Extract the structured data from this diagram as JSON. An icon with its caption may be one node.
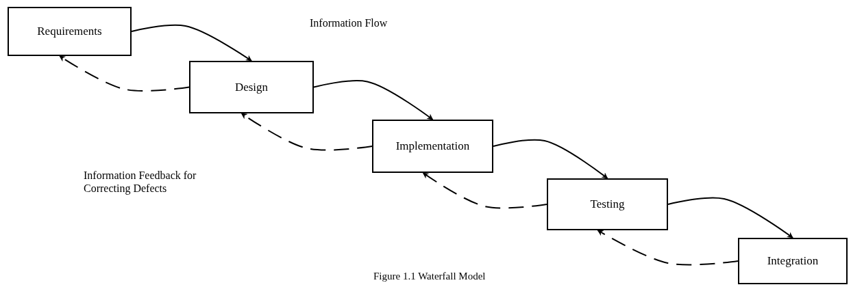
{
  "diagram": {
    "caption": "Figure 1.1 Waterfall Model",
    "nodes": [
      {
        "text": [
          "Requirements"
        ]
      },
      {
        "text": [
          "Design"
        ]
      },
      {
        "text": [
          "Implementation"
        ]
      },
      {
        "text": [
          "Testing"
        ]
      },
      {
        "text": [
          "Integration"
        ]
      }
    ],
    "edges": [
      {
        "from": 0,
        "to": 1,
        "arrow": "to"
      },
      {
        "from": 1,
        "to": 0,
        "arrow": "to",
        "style": "dashed"
      },
      {
        "from": 1,
        "to": 2,
        "arrow": "to"
      },
      {
        "from": 2,
        "to": 1,
        "arrow": "to",
        "style": "dashed"
      },
      {
        "from": 2,
        "to": 3,
        "arrow": "to"
      },
      {
        "from": 3,
        "to": 2,
        "arrow": "to",
        "style": "dashed"
      },
      {
        "from": 3,
        "to": 4,
        "arrow": "to"
      },
      {
        "from": 4,
        "to": 3,
        "arrow": "to",
        "style": "dashed"
      }
    ],
    "labels": [
      "Information Flow",
      "Information Feedback for Correcting Defects"
    ]
  }
}
